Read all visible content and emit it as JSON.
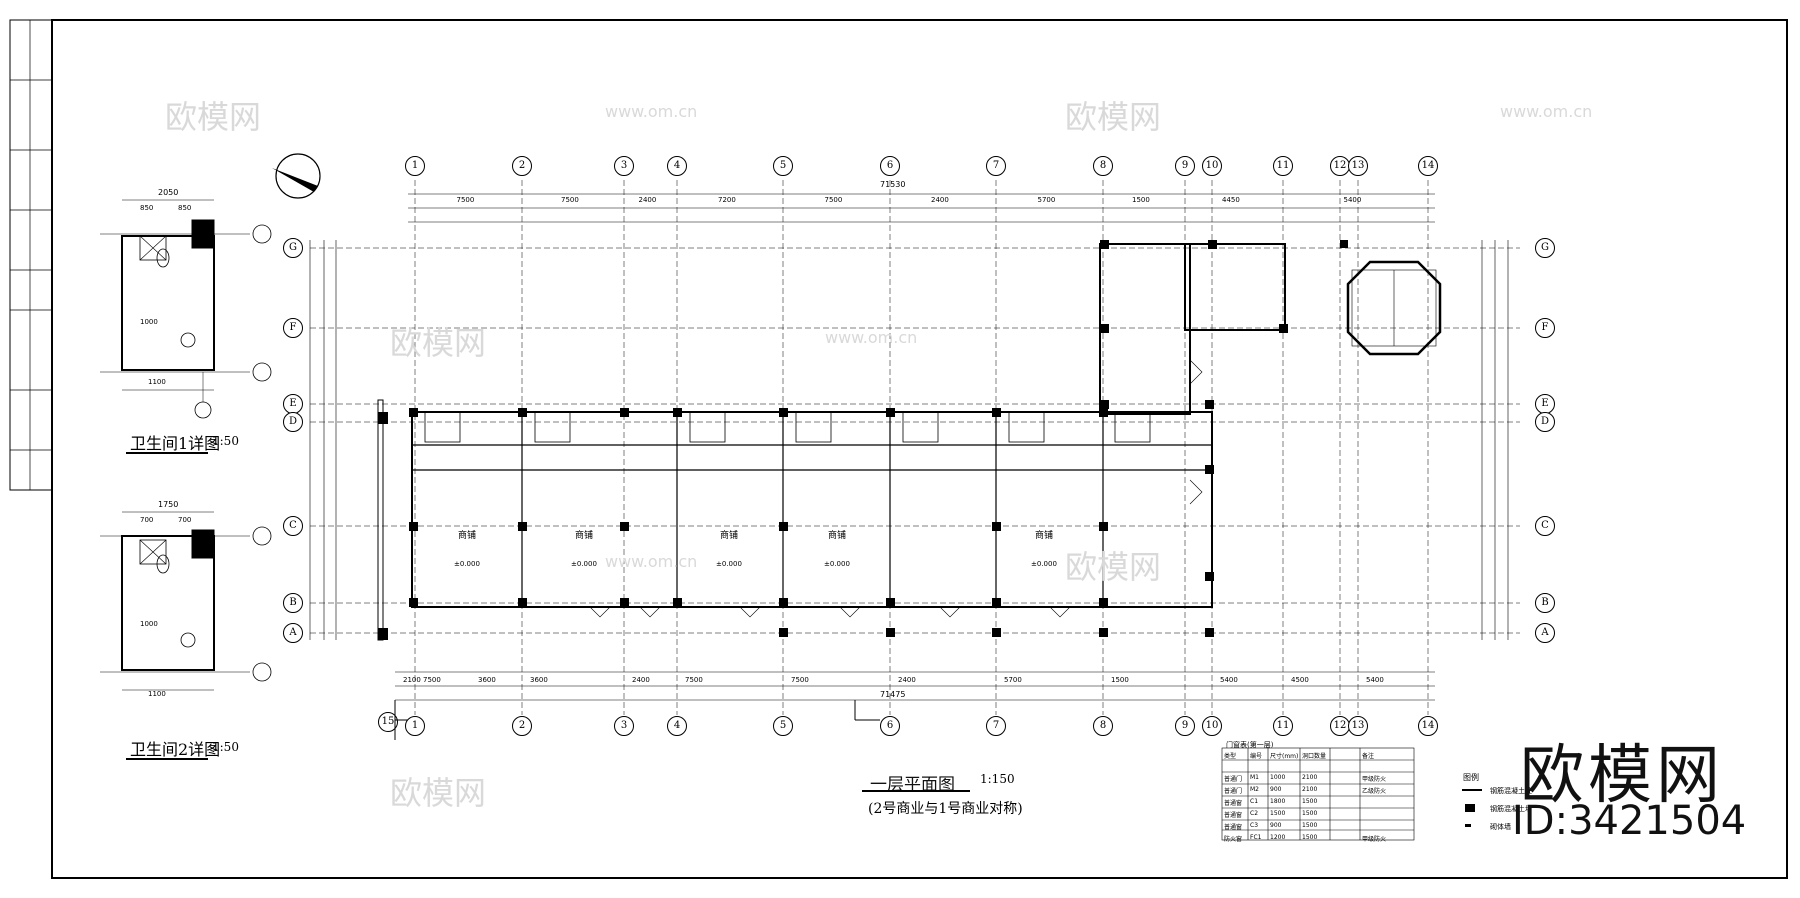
{
  "main_plan": {
    "title": "一层平面图",
    "scale": "1:150",
    "subtitle": "(2号商业与1号商业对称)",
    "grid_numbers": [
      "1",
      "2",
      "3",
      "4",
      "5",
      "6",
      "7",
      "8",
      "9",
      "10",
      "11",
      "12",
      "13",
      "14"
    ],
    "extra_grid_left": "15",
    "grid_letters": [
      "G",
      "F",
      "E",
      "D",
      "C",
      "B",
      "A"
    ],
    "dims_top": [
      "7500",
      "7500",
      "2400",
      "7200",
      "7500",
      "2400",
      "5700",
      "1500",
      "4450",
      "5400"
    ],
    "dims_top_total": "71530",
    "dims_bottom": [
      "2100",
      "7500",
      "3600",
      "3600",
      "2400",
      "7500",
      "7500",
      "2400",
      "5700",
      "1500",
      "5400",
      "4500",
      "5400"
    ],
    "dims_bottom_total": "71475",
    "rooms": [
      {
        "label": "商铺",
        "elev": "±0.000"
      },
      {
        "label": "商铺",
        "elev": "±0.000"
      },
      {
        "label": "商铺",
        "elev": "±0.000"
      },
      {
        "label": "商铺",
        "elev": "±0.000"
      },
      {
        "label": "商铺",
        "elev": "±0.000"
      }
    ]
  },
  "wc1": {
    "title": "卫生间1详图",
    "scale": "1:50",
    "width_dim": "2050",
    "sub_dims": [
      "850",
      "850"
    ],
    "bottom_dim": "1100",
    "fixture_dim": "1000"
  },
  "wc2": {
    "title": "卫生间2详图",
    "scale": "1:50",
    "width_dim": "1750",
    "sub_dims": [
      "700",
      "700"
    ],
    "bottom_dim": "1100",
    "fixture_dim": "1000"
  },
  "door_window_table": {
    "title": "门窗表(第一层)",
    "headers": [
      "类型",
      "编号",
      "尺寸(mm)",
      "洞口数量",
      "备注"
    ],
    "rows": [
      [
        "普通门",
        "M1",
        "1000",
        "2100",
        "甲级防火"
      ],
      [
        "普通门",
        "M2",
        "900",
        "2100",
        "乙级防火"
      ],
      [
        "普通窗",
        "C1",
        "1800",
        "1500",
        ""
      ],
      [
        "普通窗",
        "C2",
        "1500",
        "1500",
        ""
      ],
      [
        "普通窗",
        "C3",
        "900",
        "1500",
        ""
      ],
      [
        "防火窗",
        "FC1",
        "1200",
        "1500",
        "甲级防火"
      ]
    ]
  },
  "legend": {
    "title": "图例",
    "items": [
      "钢筋混凝土柱",
      "钢筋混凝土墙",
      "砌体墙"
    ]
  },
  "watermark": {
    "text": "欧模网",
    "url": "www.om.cn"
  },
  "brand": {
    "name": "欧模网",
    "id": "ID:3421504"
  },
  "colors": {
    "line": "#000000",
    "watermark": "#d6d6d6"
  }
}
